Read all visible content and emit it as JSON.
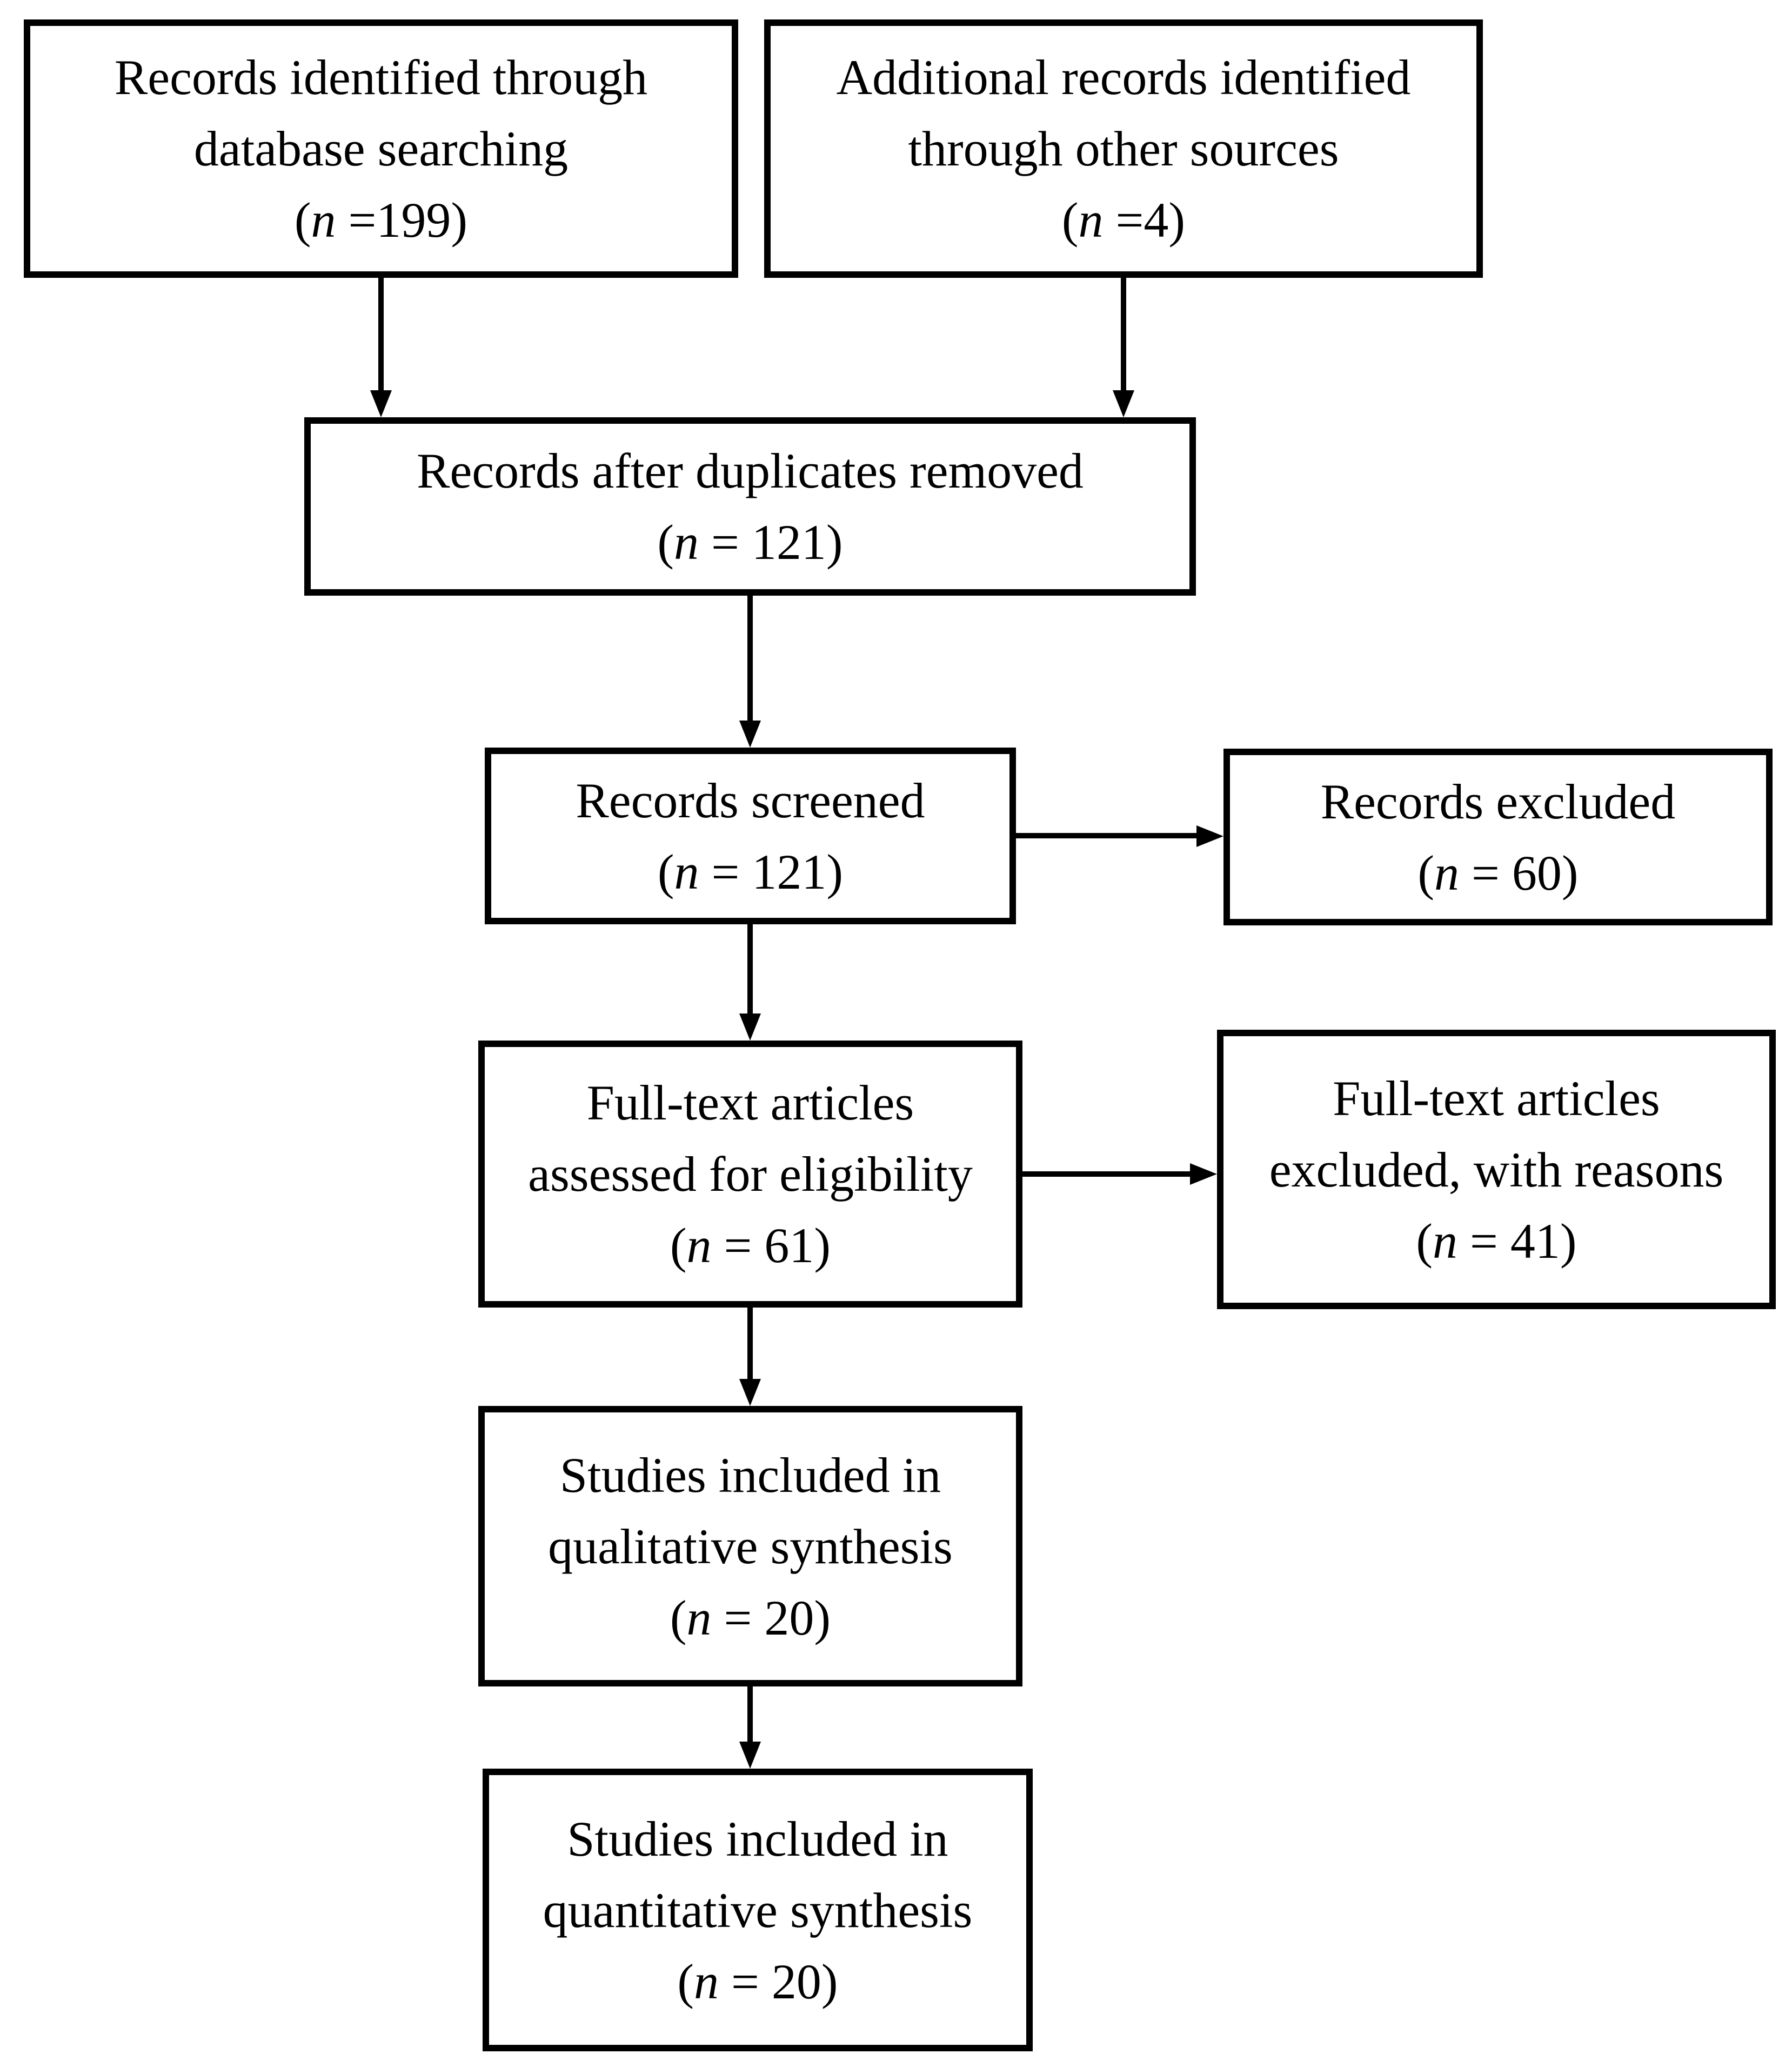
{
  "diagram": {
    "type": "prisma-flowchart",
    "background": "#ffffff",
    "ink_color": "#000000",
    "boxes": [
      {
        "id": "records-identified-database",
        "lines": [
          "Records identified through",
          "database searching"
        ],
        "n_open": "(",
        "n_var": "n",
        "n_rest": " =199)"
      },
      {
        "id": "additional-records-other-sources",
        "lines": [
          "Additional records identified",
          "through other sources"
        ],
        "n_open": "(",
        "n_var": "n",
        "n_rest": " =4)"
      },
      {
        "id": "records-after-duplicates-removed",
        "lines": [
          "Records after duplicates removed"
        ],
        "n_open": "(",
        "n_var": "n",
        "n_rest": " = 121)"
      },
      {
        "id": "records-screened",
        "lines": [
          "Records screened"
        ],
        "n_open": "(",
        "n_var": "n",
        "n_rest": " = 121)"
      },
      {
        "id": "records-excluded",
        "lines": [
          "Records excluded"
        ],
        "n_open": "(",
        "n_var": "n",
        "n_rest": " = 60)"
      },
      {
        "id": "fulltext-assessed",
        "lines": [
          "Full-text articles",
          "assessed for eligibility"
        ],
        "n_open": "(",
        "n_var": "n",
        "n_rest": " = 61)"
      },
      {
        "id": "fulltext-excluded",
        "lines": [
          "Full-text articles",
          "excluded, with reasons"
        ],
        "n_open": "(",
        "n_var": "n",
        "n_rest": " = 41)"
      },
      {
        "id": "qualitative-synthesis",
        "lines": [
          "Studies included in",
          "qualitative synthesis"
        ],
        "n_open": "(",
        "n_var": "n",
        "n_rest": " = 20)"
      },
      {
        "id": "quantitative-synthesis",
        "lines": [
          "Studies included in",
          "quantitative synthesis"
        ],
        "n_open": "(",
        "n_var": "n",
        "n_rest": " = 20)"
      }
    ],
    "connections": [
      {
        "from": "records-identified-database",
        "to": "records-after-duplicates-removed",
        "direction": "down"
      },
      {
        "from": "additional-records-other-sources",
        "to": "records-after-duplicates-removed",
        "direction": "down"
      },
      {
        "from": "records-after-duplicates-removed",
        "to": "records-screened",
        "direction": "down"
      },
      {
        "from": "records-screened",
        "to": "records-excluded",
        "direction": "right"
      },
      {
        "from": "records-screened",
        "to": "fulltext-assessed",
        "direction": "down"
      },
      {
        "from": "fulltext-assessed",
        "to": "fulltext-excluded",
        "direction": "right"
      },
      {
        "from": "fulltext-assessed",
        "to": "qualitative-synthesis",
        "direction": "down"
      },
      {
        "from": "qualitative-synthesis",
        "to": "quantitative-synthesis",
        "direction": "down"
      }
    ]
  }
}
